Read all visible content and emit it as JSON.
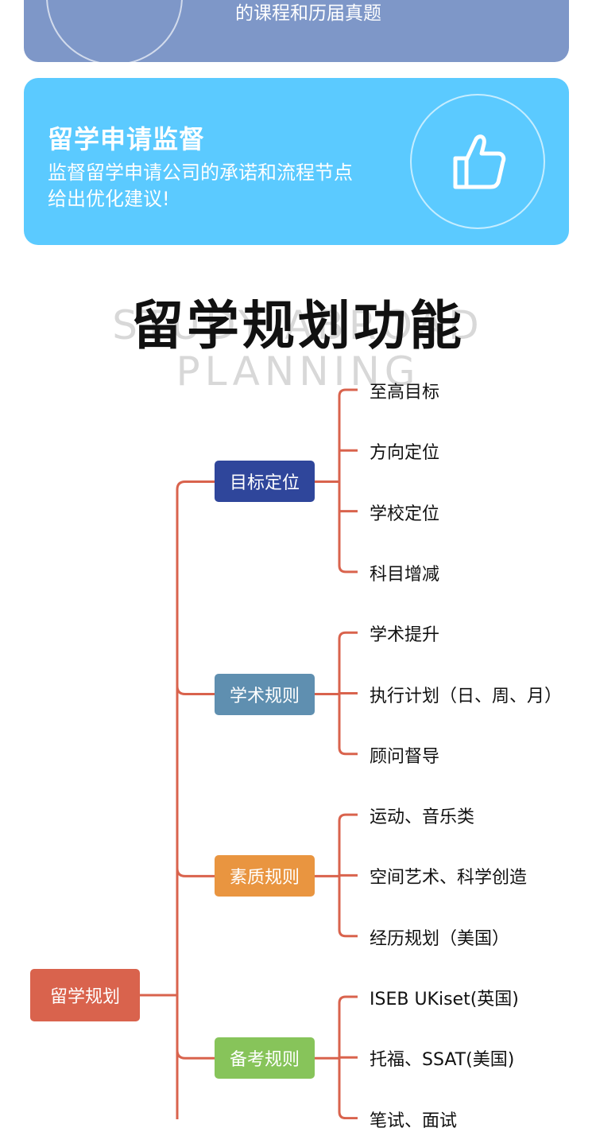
{
  "top_card": {
    "lines": [
      "的课程和历届真题"
    ]
  },
  "supervision_card": {
    "title": "留学申请监督",
    "description": "监督留学申请公司的承诺和流程节点给出优化建议!"
  },
  "section": {
    "title": "留学规划功能",
    "watermark": "STUDY ABROAD PLANNING"
  },
  "mindmap": {
    "root": "留学规划",
    "branches": [
      {
        "label": "目标定位",
        "color": "#2f469b",
        "leaves": [
          "至高目标",
          "方向定位",
          "学校定位",
          "科目增减"
        ]
      },
      {
        "label": "学术规则",
        "color": "#5f8fb0",
        "leaves": [
          "学术提升",
          "执行计划（日、周、月）",
          "顾问督导"
        ]
      },
      {
        "label": "素质规则",
        "color": "#e99540",
        "leaves": [
          "运动、音乐类",
          "空间艺术、科学创造",
          "经历规划（美国）"
        ]
      },
      {
        "label": "备考规则",
        "color": "#87c45a",
        "leaves": [
          "ISEB UKiset(英国)",
          "托福、SSAT(美国)",
          "笔试、面试"
        ]
      }
    ],
    "root_color": "#d9634d",
    "line_color": "#d9634d"
  }
}
